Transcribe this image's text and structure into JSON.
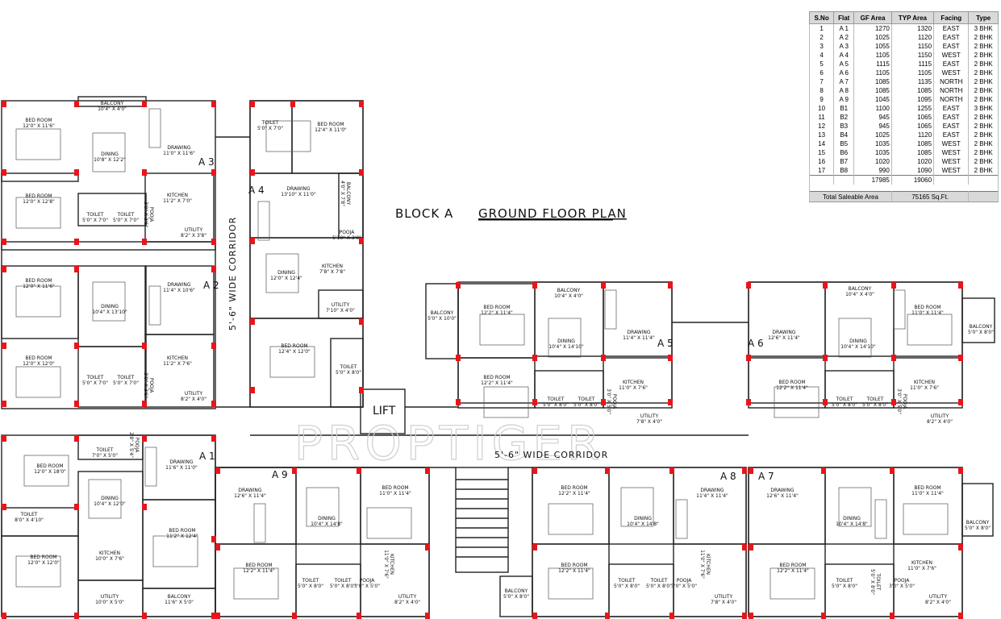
{
  "title": {
    "block": "BLOCK A",
    "plan": "GROUND FLOOR PLAN"
  },
  "corridors": {
    "vertical": "5'-6\" WIDE CORRIDOR",
    "horizontal": "5'-6\" WIDE CORRIDOR"
  },
  "lift": "LIFT",
  "watermark": "PROPTIGER",
  "units": [
    "A 1",
    "A 2",
    "A 3",
    "A 4",
    "A 5",
    "A 6",
    "A 7",
    "A 8",
    "A 9"
  ],
  "table": {
    "headers": [
      "S.No",
      "Flat",
      "GF Area",
      "TYP Area",
      "Facing",
      "Type"
    ],
    "rows": [
      [
        "1",
        "A 1",
        "1270",
        "1320",
        "EAST",
        "3 BHK"
      ],
      [
        "2",
        "A 2",
        "1025",
        "1120",
        "EAST",
        "2 BHK"
      ],
      [
        "3",
        "A 3",
        "1055",
        "1150",
        "EAST",
        "2 BHK"
      ],
      [
        "4",
        "A 4",
        "1105",
        "1150",
        "WEST",
        "2 BHK"
      ],
      [
        "5",
        "A 5",
        "1115",
        "1115",
        "EAST",
        "2 BHK"
      ],
      [
        "6",
        "A 6",
        "1105",
        "1105",
        "WEST",
        "2 BHK"
      ],
      [
        "7",
        "A 7",
        "1085",
        "1135",
        "NORTH",
        "2 BHK"
      ],
      [
        "8",
        "A 8",
        "1085",
        "1085",
        "NORTH",
        "2 BHK"
      ],
      [
        "9",
        "A 9",
        "1045",
        "1095",
        "NORTH",
        "2 BHK"
      ],
      [
        "10",
        "B1",
        "1100",
        "1255",
        "EAST",
        "3 BHK"
      ],
      [
        "11",
        "B2",
        "945",
        "1065",
        "EAST",
        "2 BHK"
      ],
      [
        "12",
        "B3",
        "945",
        "1065",
        "EAST",
        "2 BHK"
      ],
      [
        "13",
        "B4",
        "1025",
        "1120",
        "EAST",
        "2 BHK"
      ],
      [
        "14",
        "B5",
        "1035",
        "1085",
        "WEST",
        "2 BHK"
      ],
      [
        "15",
        "B6",
        "1035",
        "1085",
        "WEST",
        "2 BHK"
      ],
      [
        "16",
        "B7",
        "1020",
        "1020",
        "WEST",
        "2 BHK"
      ],
      [
        "17",
        "B8",
        "990",
        "1090",
        "WEST",
        "2 BHK"
      ]
    ],
    "totals": {
      "gf": "17985",
      "typ": "19060"
    },
    "saleable": {
      "label": "Total Saleable Area",
      "value": "75165 Sq.Ft."
    }
  },
  "rooms": [
    [
      "BED ROOM",
      "12'0\" X 11'6\""
    ],
    [
      "BALCONY",
      "10'4\" X 4'0\""
    ],
    [
      "DINING",
      "10'8\" X 12'2\""
    ],
    [
      "DRAWING",
      "11'0\" X 11'6\""
    ],
    [
      "BED ROOM",
      "12'0\" X 12'8\""
    ],
    [
      "TOILET",
      "5'0\" X 7'0\""
    ],
    [
      "TOILET",
      "5'0\" X 7'0\""
    ],
    [
      "KITCHEN",
      "11'2\" X 7'0\""
    ],
    [
      "POOJA",
      "3'0\" X 3'6\""
    ],
    [
      "UTILITY",
      "8'2\" X 3'8\""
    ],
    [
      "BED ROOM",
      "12'0\" X 11'6\""
    ],
    [
      "DINING",
      "10'4\" X 13'10\""
    ],
    [
      "DRAWING",
      "11'4\" X 10'6\""
    ],
    [
      "BED ROOM",
      "12'0\" X 12'0\""
    ],
    [
      "TOILET",
      "5'0\" X 7'0\""
    ],
    [
      "TOILET",
      "5'0\" X 7'0\""
    ],
    [
      "KITCHEN",
      "11'2\" X 7'6\""
    ],
    [
      "POOJA",
      "3'0\" X 3'6\""
    ],
    [
      "UTILITY",
      "8'2\" X 4'0\""
    ],
    [
      "TOILET",
      "5'0\" X 7'0\""
    ],
    [
      "BED ROOM",
      "12'4\" X 11'0\""
    ],
    [
      "DRAWING",
      "13'10\" X 11'0\""
    ],
    [
      "BALCONY",
      "4'0\" X 7'8\""
    ],
    [
      "POOJA",
      "5'10\" X 3'0\""
    ],
    [
      "DINING",
      "12'0\" X 12'4\""
    ],
    [
      "KITCHEN",
      "7'8\" X 7'8\""
    ],
    [
      "UTILITY",
      "7'10\" X 4'0\""
    ],
    [
      "BED ROOM",
      "12'4\" X 12'0\""
    ],
    [
      "TOILET",
      "5'0\" X 8'0\""
    ],
    [
      "BALCONY",
      "5'0\" X 10'0\""
    ],
    [
      "BED ROOM",
      "12'2\" X 11'4\""
    ],
    [
      "BALCONY",
      "10'4\" X 4'0\""
    ],
    [
      "DINING",
      "10'4\" X 14'10\""
    ],
    [
      "DRAWING",
      "11'4\" X 11'4\""
    ],
    [
      "BED ROOM",
      "12'2\" X 11'4\""
    ],
    [
      "TOILET",
      "5'0\" X 8'0\""
    ],
    [
      "TOILET",
      "5'0\" X 8'0\""
    ],
    [
      "KITCHEN",
      "11'0\" X 7'6\""
    ],
    [
      "POOJA",
      "3'0\" X 5'0\""
    ],
    [
      "UTILITY",
      "7'8\" X 4'0\""
    ],
    [
      "BALCONY",
      "10'4\" X 4'0\""
    ],
    [
      "DRAWING",
      "12'6\" X 11'4\""
    ],
    [
      "DINING",
      "10'4\" X 14'10\""
    ],
    [
      "BED ROOM",
      "11'0\" X 11'4\""
    ],
    [
      "BALCONY",
      "5'0\" X 8'0\""
    ],
    [
      "BED ROOM",
      "12'2\" X 11'4\""
    ],
    [
      "TOILET",
      "5'0\" X 8'0\""
    ],
    [
      "TOILET",
      "5'0\" X 8'0\""
    ],
    [
      "KITCHEN",
      "11'0\" X 7'6\""
    ],
    [
      "POOJA",
      "3'0\" X 5'0\""
    ],
    [
      "UTILITY",
      "8'2\" X 4'0\""
    ],
    [
      "TOILET",
      "7'0\" X 5'0\""
    ],
    [
      "POOJA",
      "2'8\" X 5'4\""
    ],
    [
      "BED ROOM",
      "12'0\" X 18'0\""
    ],
    [
      "DRAWING",
      "11'6\" X 11'0\""
    ],
    [
      "DINING",
      "10'4\" X 12'0\""
    ],
    [
      "TOILET",
      "8'0\" X 4'10\""
    ],
    [
      "BED ROOM",
      "11'2\" X 12'4\""
    ],
    [
      "KITCHEN",
      "10'0\" X 7'6\""
    ],
    [
      "BED ROOM",
      "12'0\" X 12'0\""
    ],
    [
      "UTILITY",
      "10'0\" X 5'0\""
    ],
    [
      "BALCONY",
      "11'6\" X 5'0\""
    ],
    [
      "DRAWING",
      "12'6\" X 11'4\""
    ],
    [
      "DINING",
      "10'4\" X 14'8\""
    ],
    [
      "BED ROOM",
      "11'0\" X 11'4\""
    ],
    [
      "BED ROOM",
      "12'2\" X 11'4\""
    ],
    [
      "TOILET",
      "5'0\" X 8'0\""
    ],
    [
      "TOILET",
      "5'0\" X 8'0\""
    ],
    [
      "KITCHEN",
      "11'0\" X 7'6\""
    ],
    [
      "POOJA",
      "3'0\" X 5'0\""
    ],
    [
      "UTILITY",
      "8'2\" X 4'0\""
    ],
    [
      "BED ROOM",
      "12'2\" X 11'4\""
    ],
    [
      "DRAWING",
      "11'4\" X 11'4\""
    ],
    [
      "DINING",
      "10'4\" X 14'8\""
    ],
    [
      "BED ROOM",
      "12'2\" X 11'4\""
    ],
    [
      "TOILET",
      "5'0\" X 8'0\""
    ],
    [
      "TOILET",
      "5'0\" X 8'0\""
    ],
    [
      "KITCHEN",
      "11'0\" X 7'6\""
    ],
    [
      "POOJA",
      "3'0\" X 5'0\""
    ],
    [
      "BALCONY",
      "5'0\" X 8'0\""
    ],
    [
      "UTILITY",
      "7'8\" X 4'0\""
    ],
    [
      "DRAWING",
      "12'6\" X 11'4\""
    ],
    [
      "DINING",
      "10'4\" X 14'8\""
    ],
    [
      "BED ROOM",
      "11'0\" X 11'4\""
    ],
    [
      "BALCONY",
      "5'0\" X 8'0\""
    ],
    [
      "BED ROOM",
      "12'2\" X 11'4\""
    ],
    [
      "TOILET",
      "5'0\" X 8'0\""
    ],
    [
      "TOILET",
      "5'0\" X 8'0\""
    ],
    [
      "KITCHEN",
      "11'0\" X 7'6\""
    ],
    [
      "POOJA",
      "3'0\" X 5'0\""
    ],
    [
      "UTILITY",
      "8'2\" X 4'0\""
    ]
  ]
}
